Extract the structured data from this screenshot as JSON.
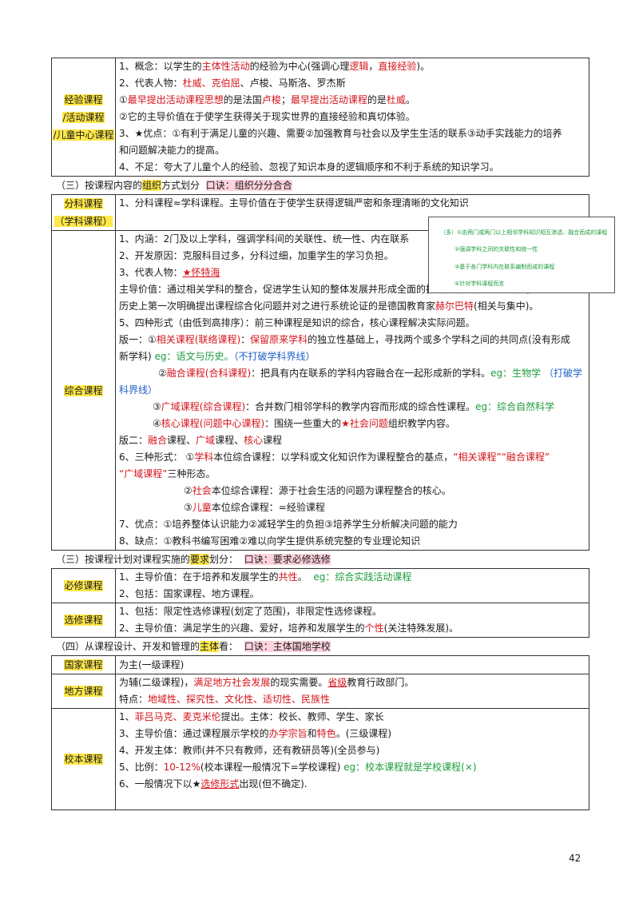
{
  "section1": {
    "label_lines": [
      "经验课程",
      "/活动课程",
      "/儿童中心课程"
    ],
    "l1": [
      "1、概念：以学生的",
      "主体性活动",
      "的经验为中心(强调心理",
      "逻辑",
      "，",
      "直接经验",
      ")。"
    ],
    "l2": [
      "2、代表人物：",
      "杜威、克伯屈",
      "、卢梭、马斯洛、罗杰斯"
    ],
    "l3": [
      "①",
      "最早提出",
      "活动课程思想",
      "的是法国",
      "卢梭",
      "；",
      "最早提出",
      "活动课程",
      "的是",
      "杜威",
      "。"
    ],
    "l4": "②它的主导价值在于使学生获得关于现实世界的直接经验和真切体验。",
    "l5": "3、★优点：①有利于满足儿童的兴趣、需要②加强教育与社会以及学生生活的联系③动手实践能力的培养",
    "l5b": "和问题解决能力的提高。",
    "l6": "4、不足：夸大了儿童个人的经验、忽视了知识本身的逻辑顺序和不利于系统的知识学习。"
  },
  "heading3": [
    "（三）按课程内容的",
    "组织",
    "方式划分",
    "口诀：组织分分合合"
  ],
  "section2": {
    "fenke_label": [
      "分科课程",
      "（学科课程）"
    ],
    "fenke_l1": "1、分科课程≈学科课程。主导价值在于使学生获得逻辑严密和条理清晰的文化知识",
    "zonghe_label": "综合课程",
    "z1": "1、内涵：2门及以上学科，强调学科间的关联性、统一性、内在联系",
    "z2": "2、开发原因：克服科目过多，分科过细，加重学生的学习负担。",
    "z3": [
      "3、代表人物：",
      "★怀特海"
    ],
    "z4": "主导价值：通过相关学科的整合，促进学生认知的整体发展并形成全面的把握和解决问题的的视野与方法。",
    "z4b": [
      "历史上第一次明确提出课程综合化问题并对之进行系统论证的是德国教育家",
      "赫尔巴特",
      "(相关与集中)。"
    ],
    "z5": "5、四种形式（由低到高排序）：前三种课程是知识的综合，核心课程解决实际问题。",
    "v1a": [
      "版一：①",
      "相关课程(联络课程)",
      "：",
      "保留原来学科",
      "的独立性基础上，寻找两个或多个学科之间的共同点(没有形成"
    ],
    "v1b": [
      "新学科)",
      "eg：语文与历史。",
      "（不打破学科界线）"
    ],
    "v2a": [
      "②",
      "融合课程(合科课程)",
      "：把具有内在联系的学科内容融合在一起形成新的学科。",
      "eg：生物学",
      "（打破学"
    ],
    "v2b": "科界线）",
    "v3": [
      "③",
      "广域课程(综合课程)",
      "：合并数门相邻学科的教学内容而形成的综合性课程。",
      "eg：综合自然科学"
    ],
    "v4": [
      "④",
      "核心课程(问题中心课程)",
      "：围绕一些重大的",
      "★社会问题",
      "组织教学内容。"
    ],
    "ver2": [
      "版二：",
      "融合",
      "课程、",
      "广域",
      "课程、",
      "核心",
      "课程"
    ],
    "s1": [
      "6、三种形式：  ①",
      "学科",
      "本位综合课程：以学科或文化知识作为课程整合的基点，",
      "“相关课程”",
      "“融合课程”"
    ],
    "s1b": [
      "“广域课程”",
      "三种形态。"
    ],
    "s2": [
      "②",
      "社会",
      "本位综合课程：源于社会生活的问题为课程整合的核心。"
    ],
    "s3": [
      "③",
      "儿童",
      "本位综合课程：=经验课程"
    ],
    "z7": "7、优点：①培养整体认识能力②减轻学生的负担③培养学生分析解决问题的能力",
    "z8": "8、缺点：①教科书编写困难②难以向学生提供系统完整的专业理论知识"
  },
  "popup": {
    "l1": "（多）①由两门或两门以上相邻学科知识相互渗透、融合而成的课程",
    "l2": "②强调学科之间的关联性和统一性",
    "l3": "③基于各门学科内在联系编制而成的课程",
    "l4": "④针对学科课程而言"
  },
  "heading4": [
    "（三）按课程计划对课程实施的",
    "要求",
    "划分：",
    "口诀：要求必修选修"
  ],
  "section3": {
    "bixiu_label": "必修课程",
    "b1": [
      "1、主导价值：在于培养和发展学生的",
      "共性",
      "。",
      "eg：综合实践活动课程"
    ],
    "b2": "2、包括：国家课程、地方课程。",
    "xuanxiu_label": "选修课程",
    "x1": "1、包括：限定性选修课程(划定了范围)，非限定性选修课程。",
    "x2": [
      "2、主导价值：满足学生的兴趣、爱好，培养和发展学生的",
      "个性",
      "(关注特殊发展)。"
    ]
  },
  "heading5": [
    "（四）从课程设计、开发和管理的",
    "主体",
    "看：",
    "口诀：主体国地学校"
  ],
  "section4": {
    "guojia_label": "国家课程",
    "g1": "为主(一级课程)",
    "difang_label": "地方课程",
    "d1": [
      "为辅(二级课程)，",
      "满足地方社会发展",
      "的现实需要。",
      "省级",
      "教育行政部门。"
    ],
    "d2": [
      "特点：",
      "地域性、探究性、文化性、适切性、民族性"
    ],
    "xiaoben_label": "校本课程",
    "k1": [
      "1、",
      "菲吕马克、麦克米伦",
      "提出。主体：校长、教师、学生、家长"
    ],
    "k2": [
      "3、主导价值：通过课程展示学校的",
      "办学宗旨",
      "和",
      "特色",
      "。(三级课程)"
    ],
    "k3": "4、开发主体：教师(并不只有教师，还有教研员等)(全员参与)",
    "k4": [
      "5、比例：",
      "10-12%",
      "(校本课程一般情况下=学校课程)",
      "eg：校本课程就是学校课程(×)"
    ],
    "k5": [
      "6、一般情况下以★",
      "选修形式",
      "出现(但不确定)."
    ]
  },
  "page_number": "42"
}
